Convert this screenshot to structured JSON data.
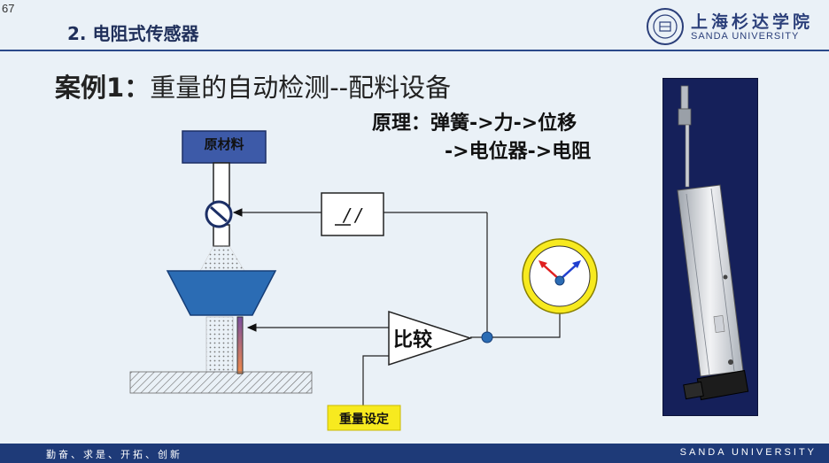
{
  "page_number": "67",
  "section_title": "2. 电阻式传感器",
  "logo": {
    "chinese": "上海杉达学院",
    "english": "SANDA UNIVERSITY"
  },
  "case_title": {
    "prefix": "案例1：",
    "text": "重量的自动检测--配料设备"
  },
  "principle": {
    "line1": "原理：弹簧->力->位移",
    "line2": "->电位器->电阻"
  },
  "diagram": {
    "raw_material_label": "原材料",
    "comparator_label": "比较",
    "weight_setting_label": "重量设定",
    "amplifier_symbol": "/ /",
    "colors": {
      "blue_box": "#3d5aa8",
      "funnel": "#2b6cb4",
      "meter_ring": "#f7ea1f",
      "weight_tag": "#f7ea1f"
    }
  },
  "footer": {
    "left": "勤奋、求是、开拓、创新",
    "right": "SANDA UNIVERSITY"
  }
}
